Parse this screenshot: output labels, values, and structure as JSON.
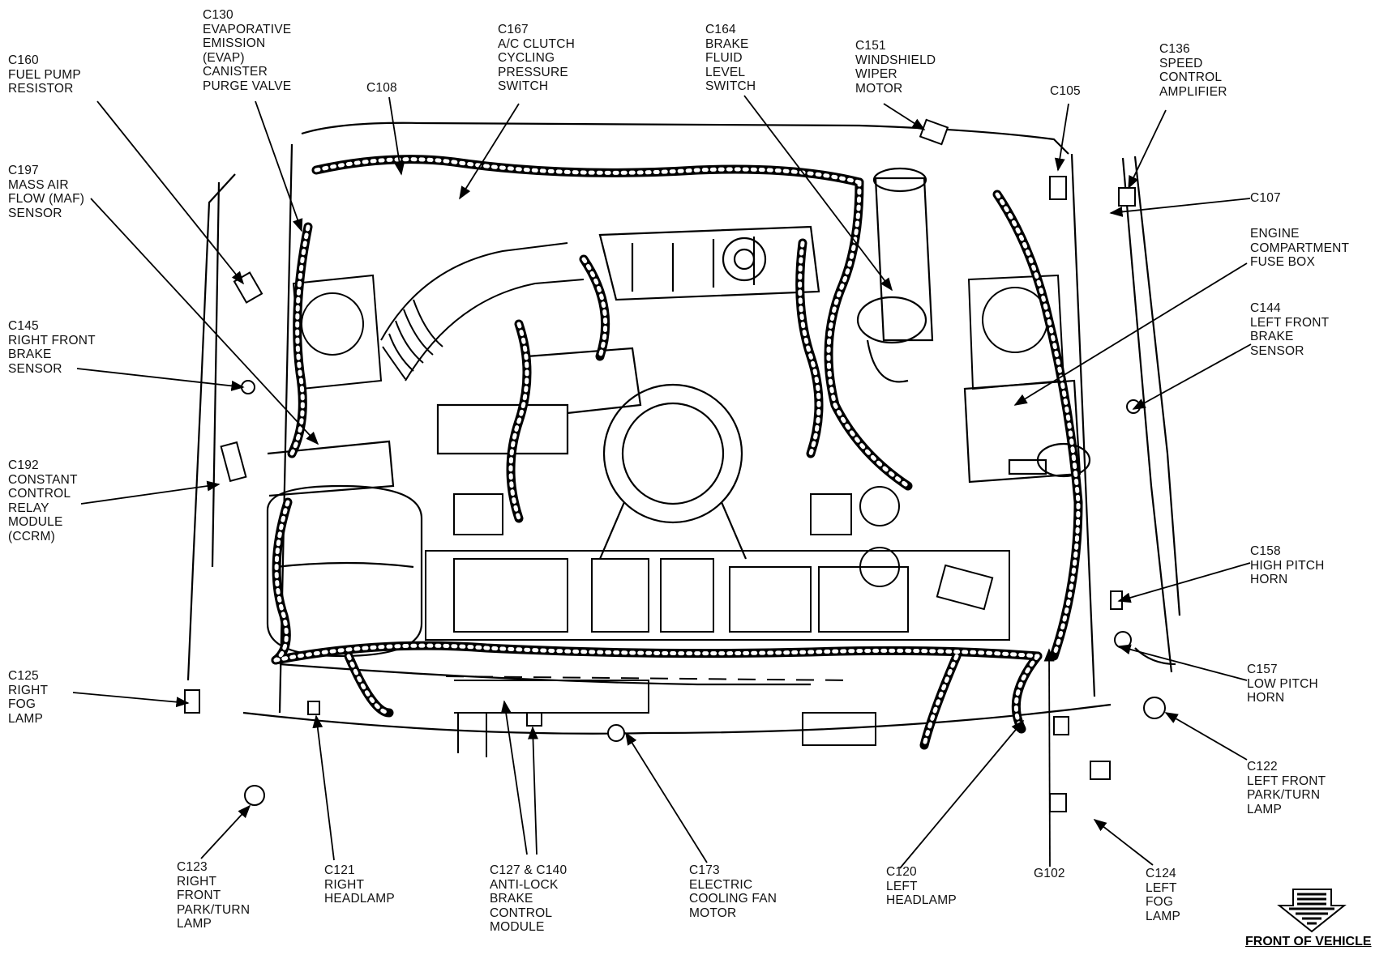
{
  "callouts": [
    {
      "id": "c160",
      "text": "C160\nFUEL PUMP\nRESISTOR"
    },
    {
      "id": "c130",
      "text": "C130\nEVAPORATIVE\nEMISSION\n(EVAP)\nCANISTER\nPURGE VALVE"
    },
    {
      "id": "c108",
      "text": "C108"
    },
    {
      "id": "c167",
      "text": "C167\nA/C CLUTCH\nCYCLING\nPRESSURE\nSWITCH"
    },
    {
      "id": "c164",
      "text": "C164\nBRAKE\nFLUID\nLEVEL\nSWITCH"
    },
    {
      "id": "c151",
      "text": "C151\nWINDSHIELD\nWIPER\nMOTOR"
    },
    {
      "id": "c105",
      "text": "C105"
    },
    {
      "id": "c136",
      "text": "C136\nSPEED\nCONTROL\nAMPLIFIER"
    },
    {
      "id": "c197",
      "text": "C197\nMASS AIR\nFLOW (MAF)\nSENSOR"
    },
    {
      "id": "c107",
      "text": "C107"
    },
    {
      "id": "fusebox",
      "text": "ENGINE\nCOMPARTMENT\nFUSE BOX"
    },
    {
      "id": "c145",
      "text": "C145\nRIGHT FRONT\nBRAKE\nSENSOR"
    },
    {
      "id": "c144",
      "text": "C144\nLEFT FRONT\nBRAKE\nSENSOR"
    },
    {
      "id": "c192",
      "text": "C192\nCONSTANT\nCONTROL\nRELAY\nMODULE\n(CCRM)"
    },
    {
      "id": "c158",
      "text": "C158\nHIGH PITCH\nHORN"
    },
    {
      "id": "c125",
      "text": "C125\nRIGHT\nFOG\nLAMP"
    },
    {
      "id": "c157",
      "text": "C157\nLOW PITCH\nHORN"
    },
    {
      "id": "c122",
      "text": "C122\nLEFT FRONT\nPARK/TURN\nLAMP"
    },
    {
      "id": "c123",
      "text": "C123\nRIGHT\nFRONT\nPARK/TURN\nLAMP"
    },
    {
      "id": "c121",
      "text": "C121\nRIGHT\nHEADLAMP"
    },
    {
      "id": "c127",
      "text": "C127 & C140\nANTI-LOCK\nBRAKE\nCONTROL\nMODULE"
    },
    {
      "id": "c173",
      "text": "C173\nELECTRIC\nCOOLING FAN\nMOTOR"
    },
    {
      "id": "c120",
      "text": "C120\nLEFT\nHEADLAMP"
    },
    {
      "id": "g102",
      "text": "G102"
    },
    {
      "id": "c124",
      "text": "C124\nLEFT\nFOG\nLAMP"
    }
  ],
  "front_label": "FRONT OF VEHICLE",
  "colors": {
    "ink": "#111111",
    "background": "#ffffff"
  }
}
